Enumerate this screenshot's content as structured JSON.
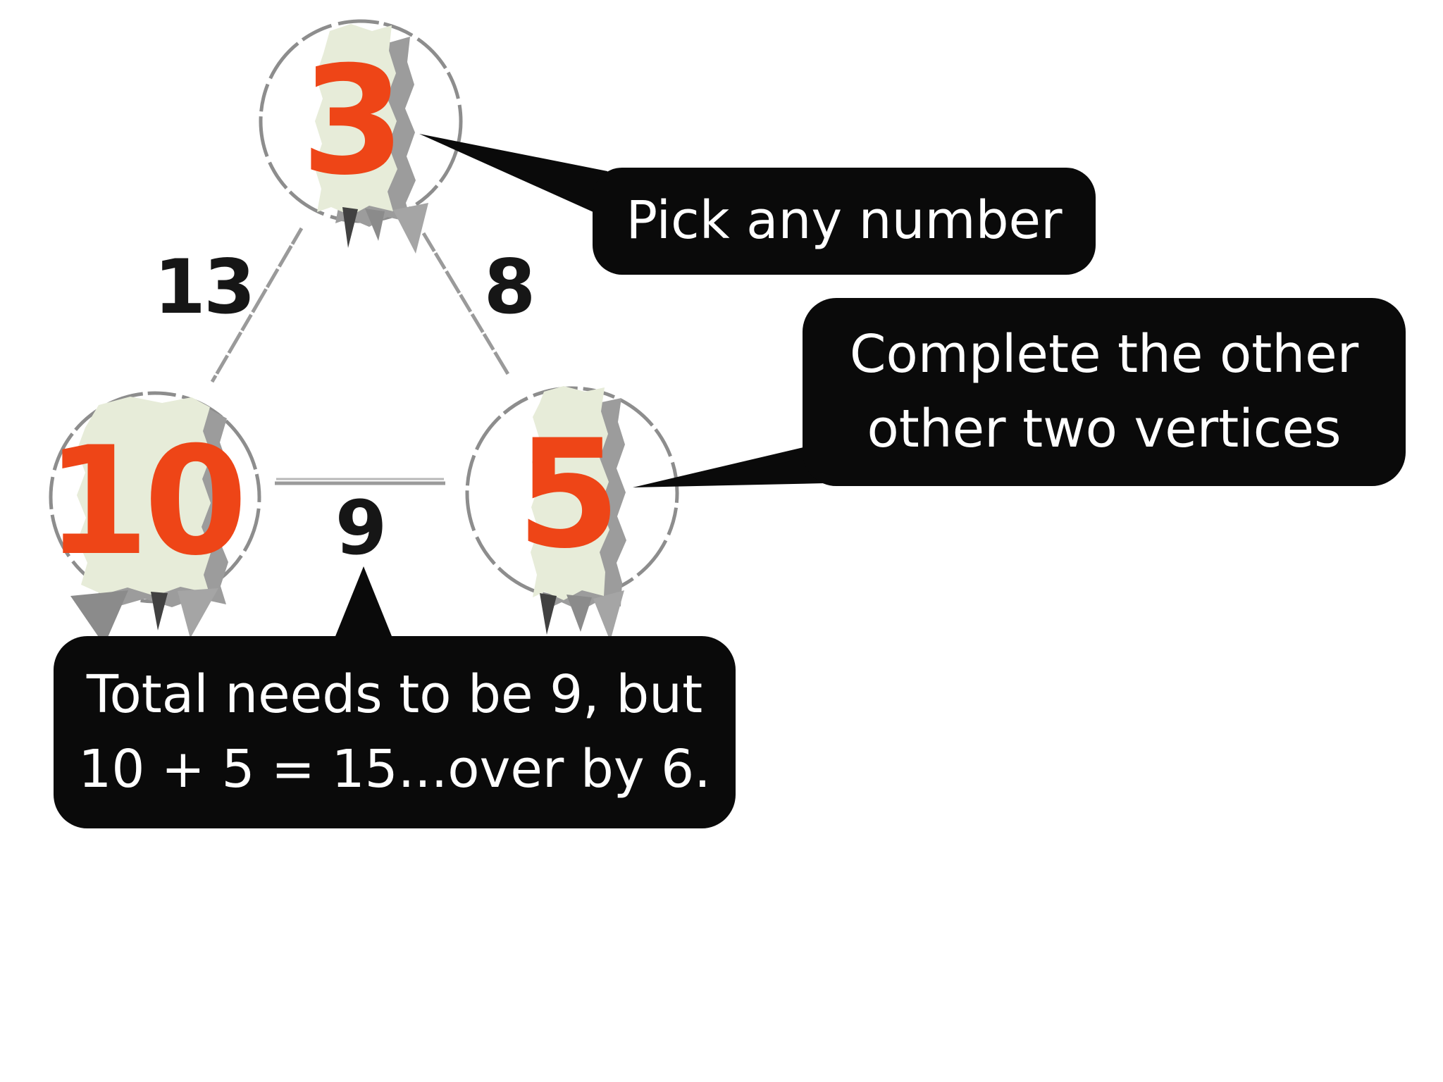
{
  "slide": {
    "background": "#ffffff",
    "description": "Arithmagon worked example with three callouts"
  },
  "diagram": {
    "vertices": [
      {
        "position": "top",
        "value": "3"
      },
      {
        "position": "bottom-left",
        "value": "10"
      },
      {
        "position": "bottom-right",
        "value": "5"
      }
    ],
    "edges": [
      {
        "between": "top and bottom-left",
        "label": "13"
      },
      {
        "between": "top and bottom-right",
        "label": "8"
      },
      {
        "between": "bottom-left and bottom-right",
        "label": "9"
      }
    ]
  },
  "callouts": [
    {
      "id": "pick",
      "lines": [
        "Pick any number"
      ]
    },
    {
      "id": "complete",
      "lines": [
        "Complete the other",
        "other two vertices"
      ]
    },
    {
      "id": "total",
      "lines": [
        "Total needs to be 9, but",
        "10 + 5 = 15...over by 6."
      ]
    }
  ],
  "colors": {
    "vertex_number": "#ee4517",
    "paper_strip": "#e7ecd9",
    "torn_shadow": "#9c9c9c",
    "torn_dark": "#414141",
    "torn_mid": "#8b8b8b",
    "torn_light": "#a5a5a5",
    "circle_stroke": "#8d8d8d",
    "edge_line": "#9a9a9a",
    "edge_line_light": "#b8b8b8",
    "edge_label": "#161616",
    "callout_bg": "#0a0a0a",
    "callout_text": "#ffffff"
  }
}
